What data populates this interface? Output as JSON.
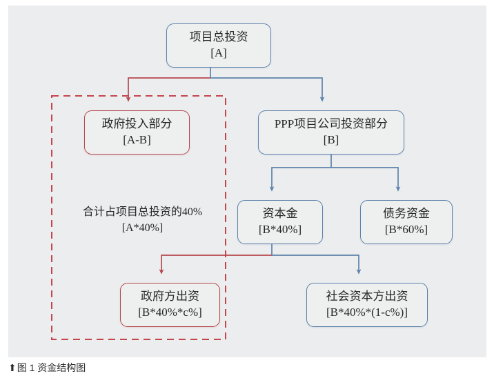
{
  "figure": {
    "caption_arrow": "⬆",
    "caption_text": "图 1 资金结构图",
    "background": "#ecedee",
    "blue": "#5d82ab",
    "red": "#b5474e"
  },
  "nodes": {
    "total_investment": {
      "line1": "项目总投资",
      "line2": "[A]",
      "color": "blue"
    },
    "gov_input": {
      "line1": "政府投入部分",
      "line2": "[A-B]",
      "color": "red"
    },
    "ppp_company": {
      "line1": "PPP项目公司投资部分",
      "line2": "[B]",
      "color": "blue"
    },
    "capital": {
      "line1": "资本金",
      "line2": "[B*40%]",
      "color": "blue"
    },
    "debt": {
      "line1": "债务资金",
      "line2": "[B*60%]",
      "color": "blue"
    },
    "gov_contribution": {
      "line1": "政府方出资",
      "line2": "[B*40%*c%]",
      "color": "red"
    },
    "social_contribution": {
      "line1": "社会资本方出资",
      "line2": "[B*40%*(1-c%)]",
      "color": "blue"
    }
  },
  "annotation": {
    "line1": "合计占项目总投资的40%",
    "line2": "[A*40%]"
  }
}
